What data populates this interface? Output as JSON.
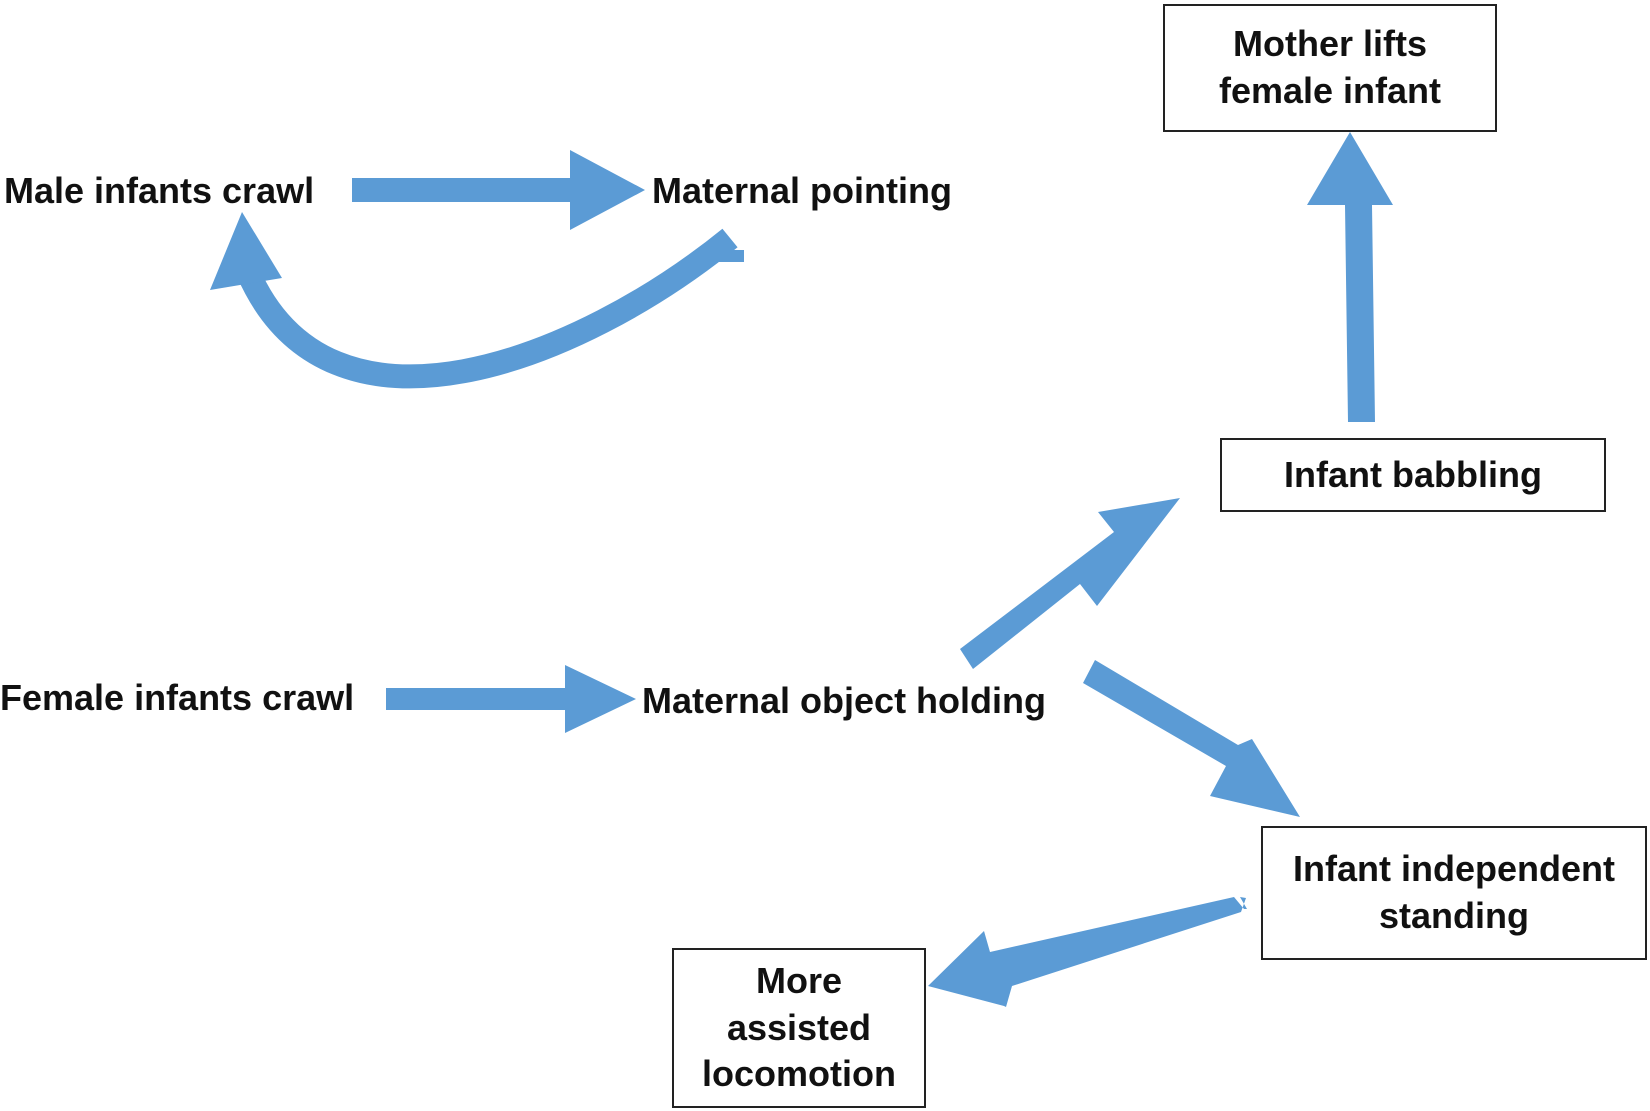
{
  "colors": {
    "arrow": "#5b9bd5",
    "text": "#111111",
    "box_border": "#222222"
  },
  "nodes": {
    "male_crawl": "Male infants crawl",
    "maternal_pointing": "Maternal pointing",
    "female_crawl": "Female infants crawl",
    "maternal_object_holding": "Maternal object holding",
    "mother_lifts": "Mother lifts\nfemale infant",
    "infant_babbling": "Infant babbling",
    "independent_standing": "Infant independent\nstanding",
    "assisted_locomotion": "More\nassisted\nlocomotion"
  },
  "edges": [
    {
      "from": "Male infants crawl",
      "to": "Maternal pointing"
    },
    {
      "from": "Maternal pointing",
      "to": "Male infants crawl"
    },
    {
      "from": "Female infants crawl",
      "to": "Maternal object holding"
    },
    {
      "from": "Maternal object holding",
      "to": "Infant babbling"
    },
    {
      "from": "Maternal object holding",
      "to": "Infant independent standing"
    },
    {
      "from": "Infant babbling",
      "to": "Mother lifts female infant"
    },
    {
      "from": "Infant independent standing",
      "to": "More assisted locomotion"
    }
  ]
}
